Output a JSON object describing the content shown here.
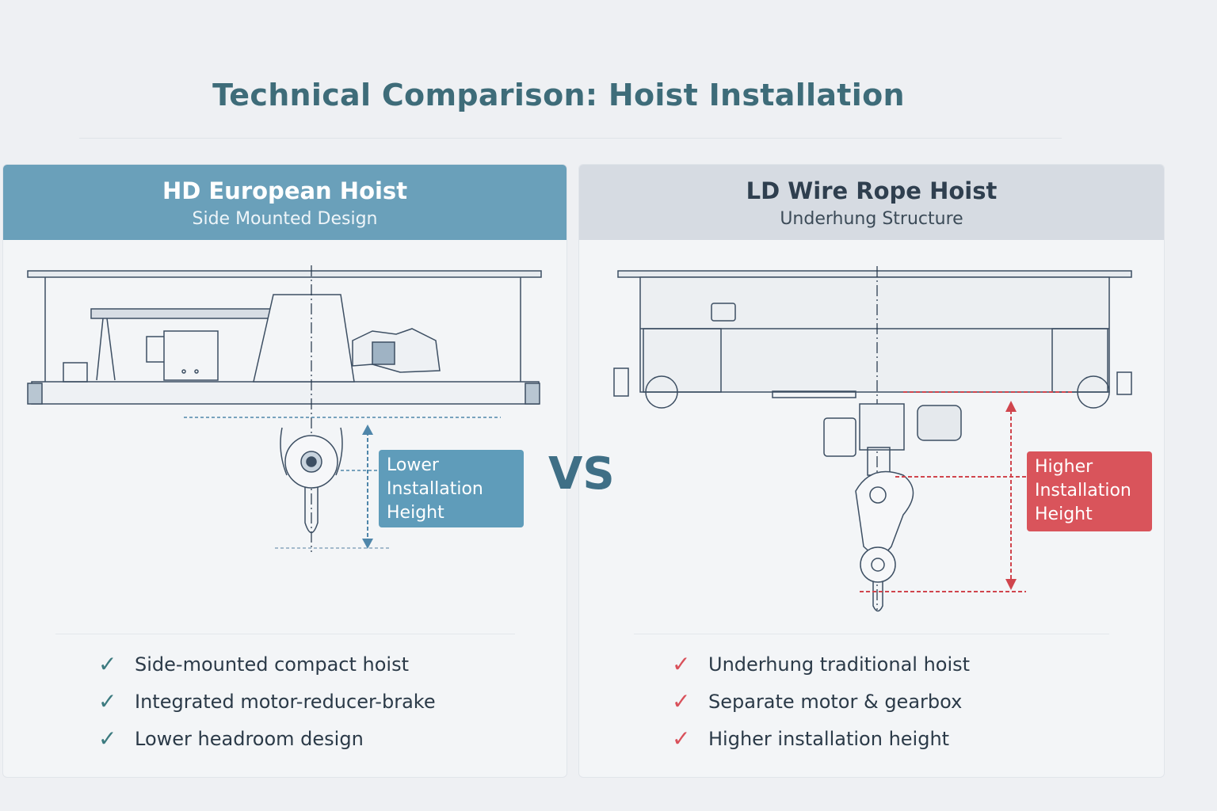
{
  "title": "Technical Comparison: Hoist Installation",
  "vs": "VS",
  "left": {
    "name": "HD European Hoist",
    "subtitle": "Side Mounted Design",
    "height_label": [
      "Lower",
      "Installation",
      "Height"
    ],
    "features": [
      "Side-mounted compact hoist",
      "Integrated motor-reducer-brake",
      "Lower headroom design"
    ],
    "check_icon": "check-icon",
    "accent": "#6aa0ba",
    "check_color": "#3b7a7f"
  },
  "right": {
    "name": "LD Wire Rope Hoist",
    "subtitle": "Underhung Structure",
    "height_label": [
      "Higher",
      "Installation",
      "Height"
    ],
    "features": [
      "Underhung traditional hoist",
      "Separate motor & gearbox",
      "Higher installation height"
    ],
    "check_icon": "check-icon",
    "accent": "#d9545b",
    "check_color": "#d9505a"
  }
}
